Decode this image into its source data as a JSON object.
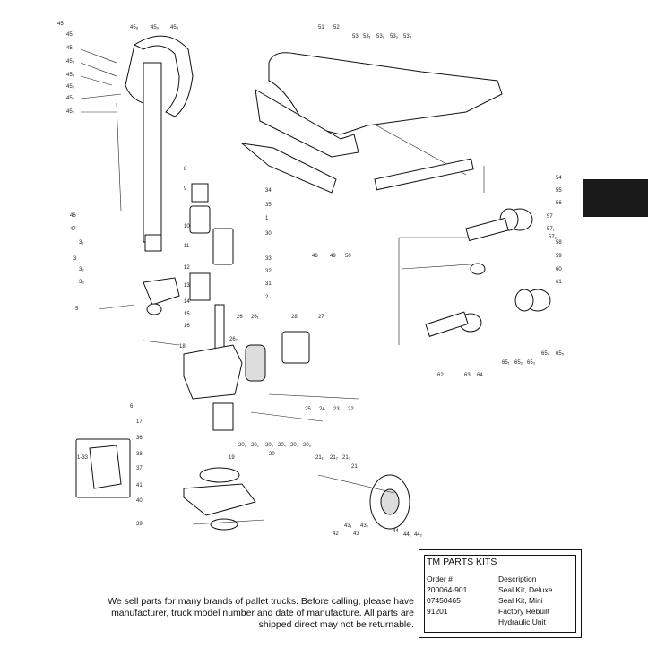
{
  "labels": [
    "45",
    "45₁",
    "45₇",
    "45₃",
    "45₄",
    "45₅",
    "45₆",
    "45₂",
    "45₈",
    "45₉",
    "45ₐ",
    "46",
    "47",
    "3₁",
    "3",
    "3₂",
    "3₃",
    "5",
    "1",
    "8",
    "9",
    "10",
    "11",
    "12",
    "13",
    "14",
    "15",
    "16",
    "34",
    "35",
    "30",
    "33",
    "32",
    "31",
    "2",
    "26",
    "26₁",
    "26₂",
    "28",
    "27",
    "18",
    "6",
    "17",
    "36",
    "38",
    "37",
    "41",
    "40",
    "39",
    "19",
    "20₁",
    "20₂",
    "20₃",
    "20₄",
    "20₅",
    "20₆",
    "20",
    "21₁",
    "21₂",
    "21₃",
    "21",
    "25",
    "24",
    "23",
    "22",
    "42",
    "43₁",
    "43₂",
    "43",
    "44",
    "44₁",
    "44₂",
    "51",
    "52",
    "53",
    "53₁",
    "53₂",
    "53₃",
    "53₄",
    "48",
    "49",
    "50",
    "54",
    "55",
    "56",
    "57",
    "57₁",
    "57₂",
    "58",
    "59",
    "60",
    "61",
    "62",
    "63",
    "64",
    "65₁",
    "65₂",
    "65₃",
    "65₄",
    "65₅",
    "1-33"
  ],
  "disclaimer": {
    "line1": "We sell parts for many brands of pallet trucks. Before calling, please have",
    "line2": "manufacturer, truck model number and date of manufacture. All parts are",
    "line3": "shipped direct may not be returnable."
  },
  "parts_kits": {
    "title": "TM PARTS KITS",
    "order_header": "Order #",
    "description_header": "Description",
    "rows": [
      {
        "order": "200064-901",
        "description": "Seal Kit, Deluxe"
      },
      {
        "order": "07450465",
        "description": "Seal Kit, Mini"
      },
      {
        "order": "91201",
        "description": "Factory Rebuilt"
      },
      {
        "order": "",
        "description": "Hydraulic Unit"
      }
    ]
  },
  "colors": {
    "ink": "#111111",
    "tab_marker": "#1a1a1a",
    "background": "#ffffff"
  }
}
